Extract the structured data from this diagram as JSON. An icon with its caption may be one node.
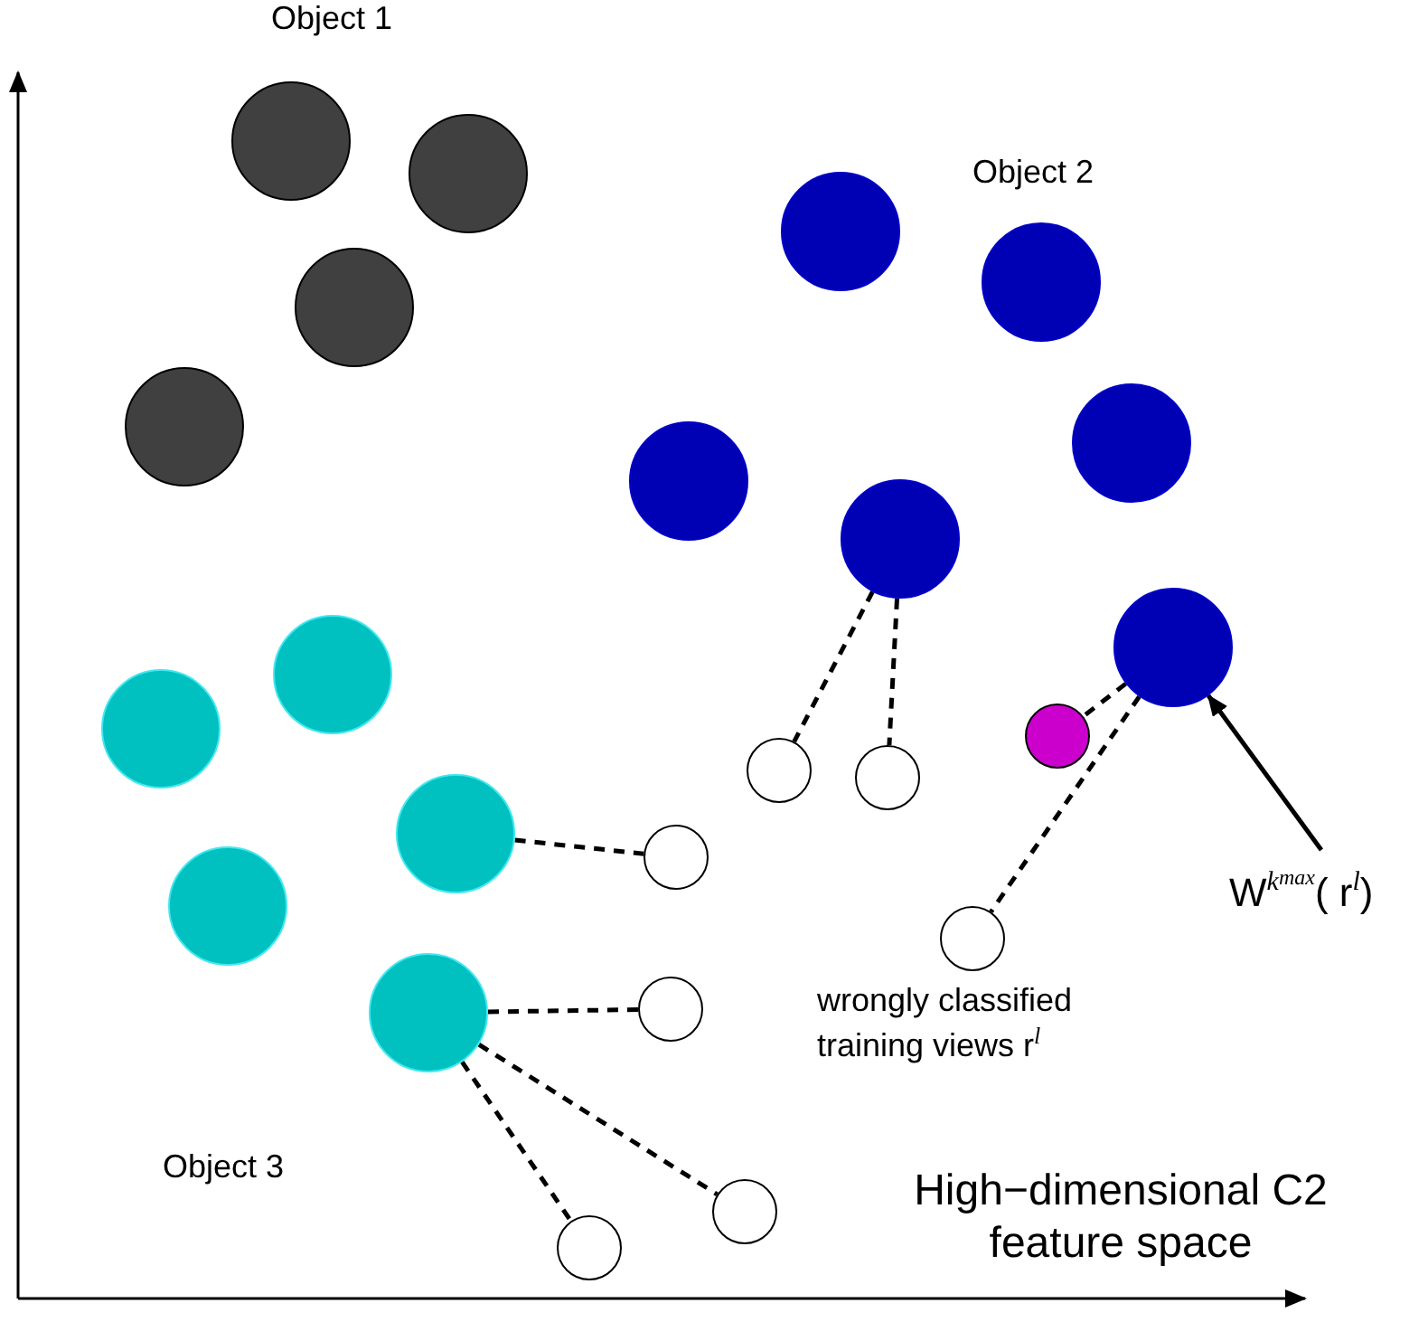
{
  "diagram": {
    "nodes": [
      {
        "text": [],
        "shape": "circle"
      },
      {
        "text": [],
        "shape": "circle"
      },
      {
        "text": [],
        "shape": "circle"
      },
      {
        "text": [],
        "shape": "circle"
      },
      {
        "text": [],
        "shape": "circle"
      },
      {
        "text": [],
        "shape": "circle"
      },
      {
        "text": [],
        "shape": "circle"
      },
      {
        "text": [],
        "shape": "circle"
      },
      {
        "text": [],
        "shape": "circle"
      },
      {
        "text": [],
        "shape": "circle"
      },
      {
        "text": [],
        "shape": "circle"
      },
      {
        "text": [],
        "shape": "circle"
      },
      {
        "text": [],
        "shape": "circle"
      },
      {
        "text": [],
        "shape": "circle"
      },
      {
        "text": [],
        "shape": "circle"
      },
      {
        "text": [],
        "shape": "circle"
      },
      {
        "text": [],
        "shape": "circle"
      },
      {
        "text": [],
        "shape": "circle"
      },
      {
        "text": [],
        "shape": "circle"
      },
      {
        "text": [],
        "shape": "circle"
      },
      {
        "text": [],
        "shape": "circle"
      },
      {
        "text": [],
        "shape": "circle"
      },
      {
        "text": [],
        "shape": "circle"
      },
      {
        "text": [
          "W$^{k}$$_{max}$( r$^{l}$)"
        ]
      }
    ],
    "edges": [
      {
        "from": 8,
        "to": 16,
        "arrow": "none",
        "style": "dashed"
      },
      {
        "from": 8,
        "to": 17,
        "arrow": "none",
        "style": "dashed"
      },
      {
        "from": 9,
        "to": 15,
        "arrow": "none",
        "style": "dashed"
      },
      {
        "from": 9,
        "to": 19,
        "arrow": "none",
        "style": "dashed"
      },
      {
        "from": 12,
        "to": 18,
        "arrow": "none",
        "style": "dashed"
      },
      {
        "from": 14,
        "to": 20,
        "arrow": "none",
        "style": "dashed"
      },
      {
        "from": 14,
        "to": 21,
        "arrow": "none",
        "style": "dashed"
      },
      {
        "from": 14,
        "to": 22,
        "arrow": "none",
        "style": "dashed"
      },
      {
        "from": 23,
        "to": 9,
        "arrow": "to"
      }
    ],
    "labels": [
      "Object 1",
      "Object 2",
      "wrongly classified training views r$^{l}$",
      "Object 3",
      "High−dimensional C2 feature space"
    ]
  }
}
